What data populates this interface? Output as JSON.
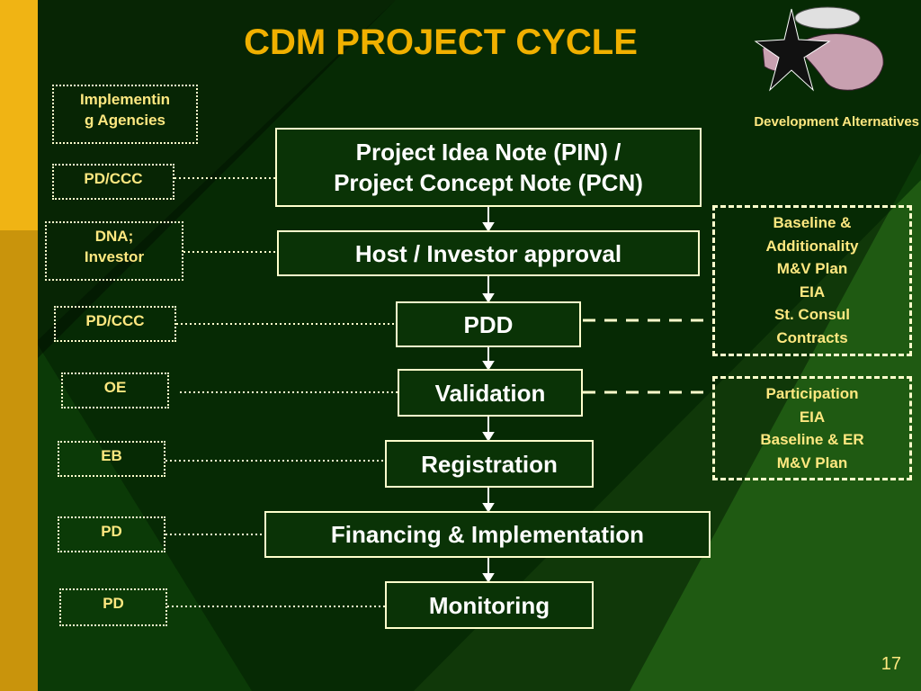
{
  "slide": {
    "title": "CDM PROJECT CYCLE",
    "organization": "Development Alternatives",
    "page_number": "17",
    "logo_icon": "climate-change-star-logo-icon"
  },
  "colors": {
    "background": "#1f5a12",
    "dark_panel": "#062a04",
    "sidebar": "#f0b414",
    "title": "#f0b000",
    "text_yellow": "#ffe880",
    "border": "#ffffcc"
  },
  "steps": [
    {
      "lines": [
        "Project Idea Note (PIN) /",
        "Project Concept Note (PCN)"
      ]
    },
    {
      "lines": [
        "Host / Investor approval"
      ]
    },
    {
      "lines": [
        "PDD"
      ]
    },
    {
      "lines": [
        "Validation"
      ]
    },
    {
      "lines": [
        "Registration"
      ]
    },
    {
      "lines": [
        "Financing & Implementation"
      ]
    },
    {
      "lines": [
        "Monitoring"
      ]
    }
  ],
  "agencies_header": {
    "lines": [
      "Implementin",
      "g Agencies"
    ]
  },
  "agencies": [
    {
      "lines": [
        "PD/CCC"
      ]
    },
    {
      "lines": [
        "DNA;",
        "Investor"
      ]
    },
    {
      "lines": [
        "PD/CCC"
      ]
    },
    {
      "lines": [
        "OE"
      ]
    },
    {
      "lines": [
        "EB"
      ]
    },
    {
      "lines": [
        "PD"
      ]
    },
    {
      "lines": [
        "PD"
      ]
    }
  ],
  "pdd_requirements": [
    "Baseline &",
    "Additionality",
    "M&V Plan",
    "EIA",
    "St. Consul",
    "Contracts"
  ],
  "validation_requirements": [
    "Participation",
    "EIA",
    "Baseline & ER",
    "M&V Plan"
  ]
}
